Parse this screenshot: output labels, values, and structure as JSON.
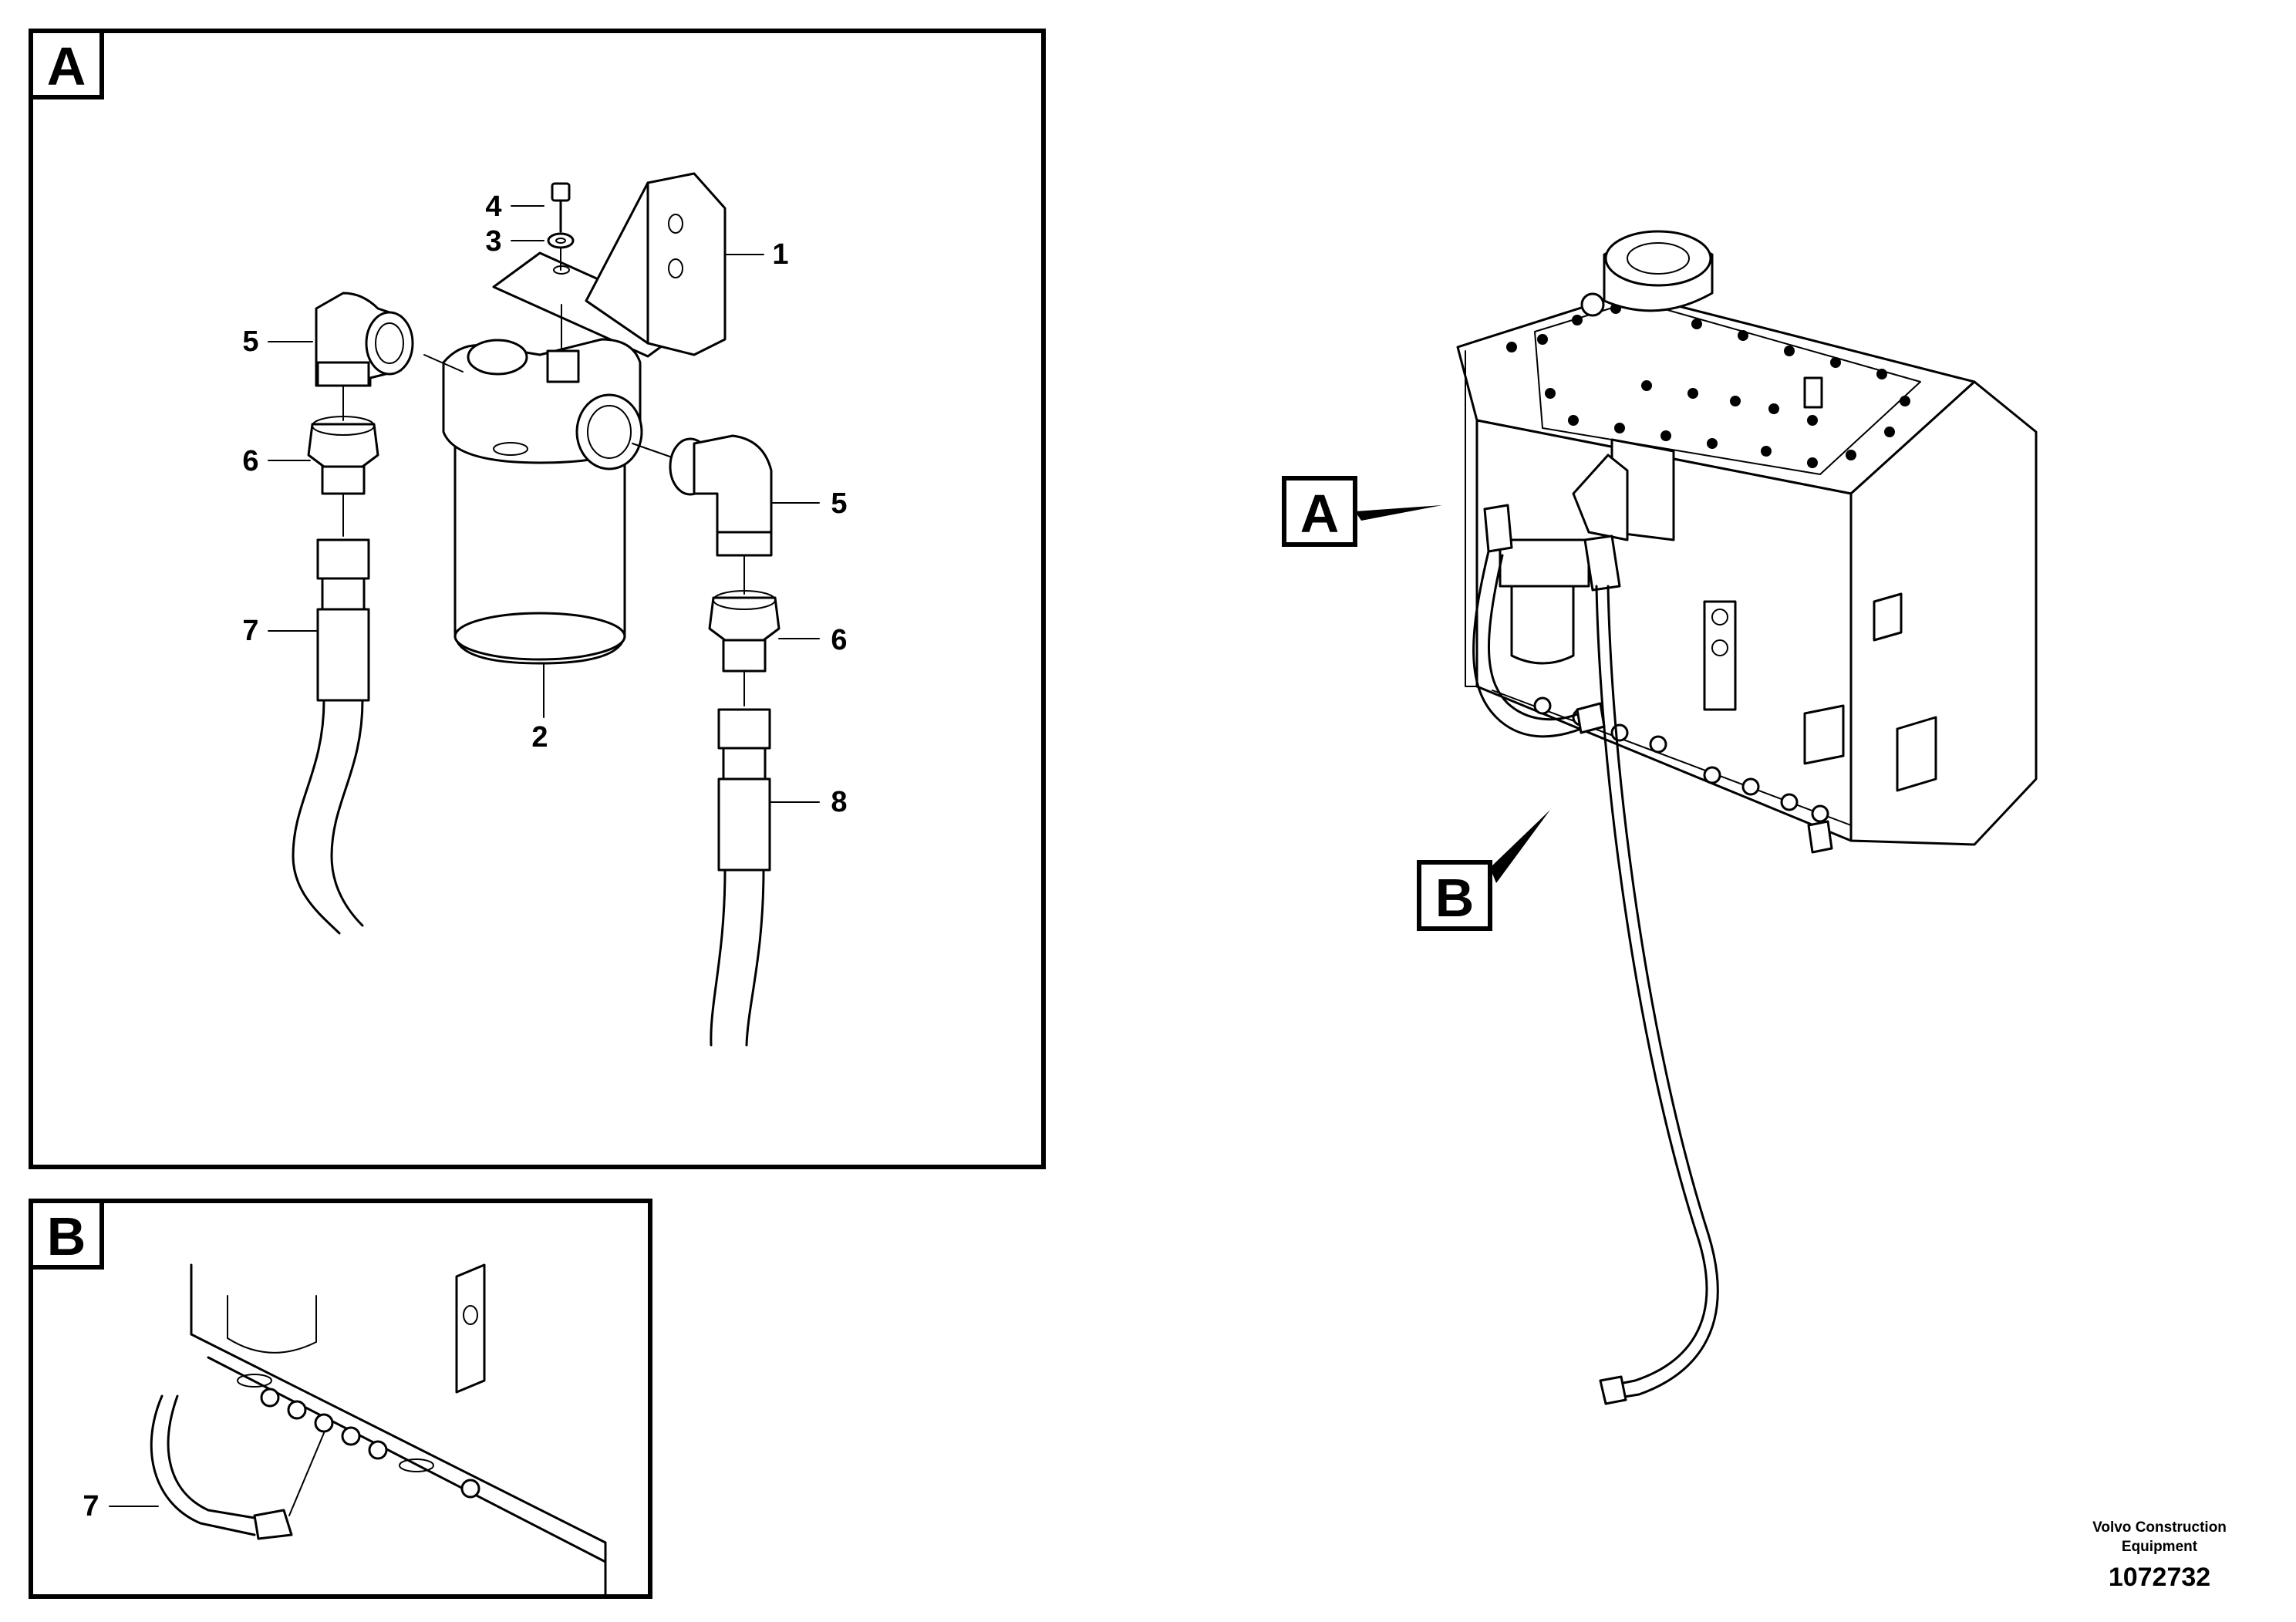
{
  "views": {
    "a": {
      "tag": "A"
    },
    "b": {
      "tag": "B"
    }
  },
  "callouts": {
    "p1": "1",
    "p2": "2",
    "p3": "3",
    "p4": "4",
    "p5": "5",
    "p6": "6",
    "p7": "7",
    "p8": "8"
  },
  "overview": {
    "tag_a": "A",
    "tag_b": "B"
  },
  "footer": {
    "company": "Volvo Construction Equipment",
    "doc_number": "1072732"
  }
}
